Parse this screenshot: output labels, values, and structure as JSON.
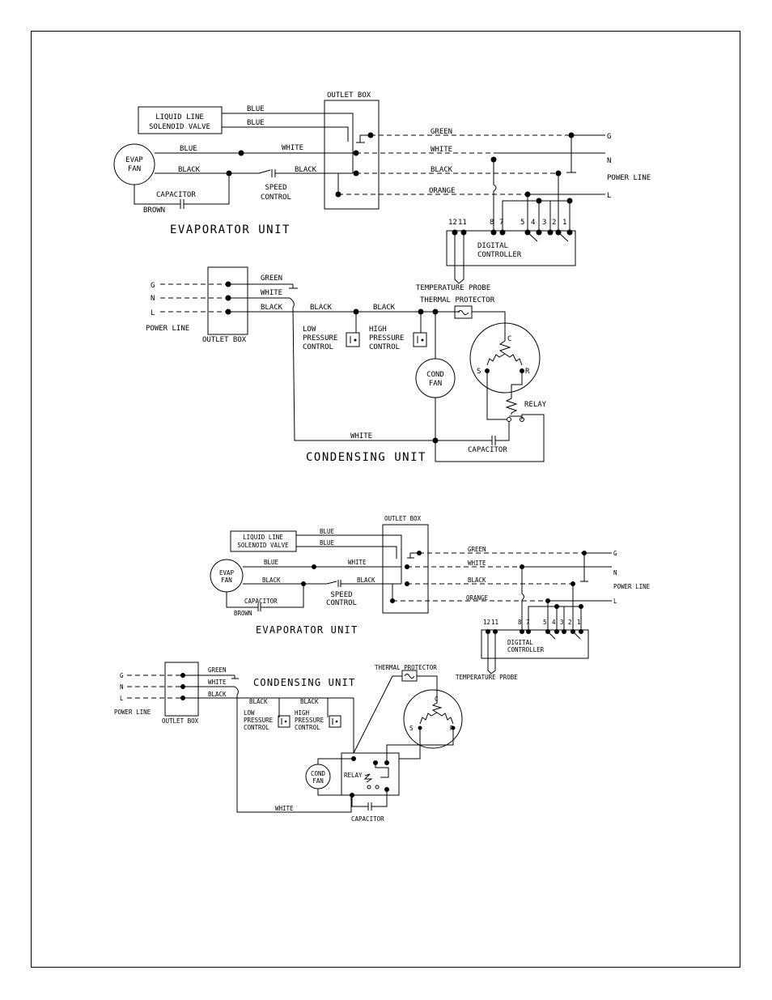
{
  "diagram1": {
    "solenoid": [
      "LIQUID LINE",
      "SOLENOID VALVE"
    ],
    "evap_fan": [
      "EVAP",
      "FAN"
    ],
    "wires": {
      "blue": "BLUE",
      "white": "WHITE",
      "black": "BLACK",
      "green": "GREEN",
      "orange": "ORANGE",
      "brown": "BROWN"
    },
    "capacitor": "CAPACITOR",
    "speed_control": [
      "SPEED",
      "CONTROL"
    ],
    "outlet_box": "OUTLET BOX",
    "power_line": "POWER LINE",
    "line_g": "G",
    "line_n": "N",
    "line_l": "L",
    "evaporator_unit": "EVAPORATOR UNIT",
    "terminals": [
      "12",
      "11",
      "8",
      "7",
      "5",
      "4",
      "3",
      "2",
      "1"
    ],
    "digital_controller": [
      "DIGITAL",
      "CONTROLLER"
    ],
    "temperature_probe": "TEMPERATURE PROBE",
    "thermal_protector": "THERMAL PROTECTOR",
    "low_pressure": [
      "LOW",
      "PRESSURE",
      "CONTROL"
    ],
    "high_pressure": [
      "HIGH",
      "PRESSURE",
      "CONTROL"
    ],
    "cond_fan": [
      "COND",
      "FAN"
    ],
    "compressor": {
      "c": "C",
      "s": "S",
      "r": "R"
    },
    "relay": "RELAY",
    "condensing_unit": "CONDENSING UNIT"
  },
  "diagram2": {
    "solenoid": [
      "LIQUID LINE",
      "SOLENOID VALVE"
    ],
    "evap_fan": [
      "EVAP",
      "FAN"
    ],
    "wires": {
      "blue": "BLUE",
      "white": "WHITE",
      "black": "BLACK",
      "green": "GREEN",
      "orange": "ORANGE",
      "brown": "BROWN"
    },
    "capacitor": "CAPACITOR",
    "speed_control": [
      "SPEED",
      "CONTROL"
    ],
    "outlet_box": "OUTLET BOX",
    "power_line": "POWER LINE",
    "line_g": "G",
    "line_n": "N",
    "line_l": "L",
    "evaporator_unit": "EVAPORATOR UNIT",
    "terminals": [
      "12",
      "11",
      "8",
      "7",
      "5",
      "4",
      "3",
      "2",
      "1"
    ],
    "digital_controller": [
      "DIGITAL",
      "CONTROLLER"
    ],
    "temperature_probe": "TEMPERATURE PROBE",
    "thermal_protector": "THERMAL PROTECTOR",
    "low_pressure": [
      "LOW",
      "PRESSURE",
      "CONTROL"
    ],
    "high_pressure": [
      "HIGH",
      "PRESSURE",
      "CONTROL"
    ],
    "cond_fan": [
      "COND",
      "FAN"
    ],
    "compressor": {
      "c": "C",
      "s": "S",
      "r": "R"
    },
    "relay": "RELAY",
    "condensing_unit": "CONDENSING UNIT"
  }
}
